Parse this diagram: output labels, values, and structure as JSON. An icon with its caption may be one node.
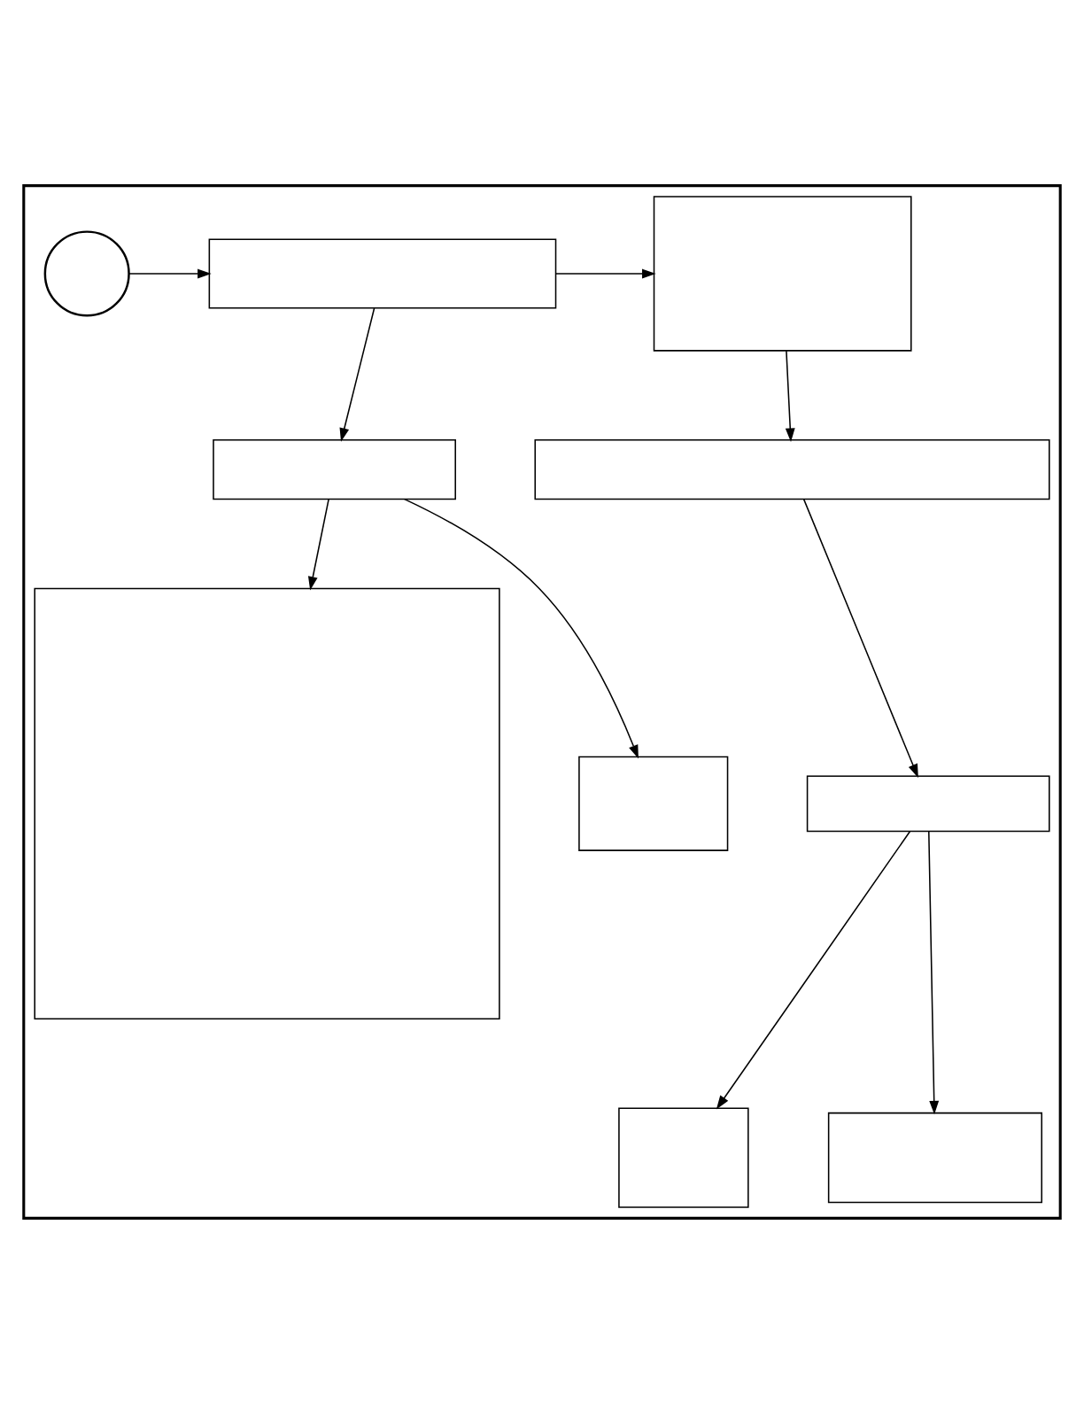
{
  "diagram": {
    "nodes": [
      {
        "text": [],
        "shape": "box"
      },
      {
        "text": [],
        "shape": "circle",
        "in": 0
      },
      {
        "text": [],
        "shape": "box",
        "in": 0
      },
      {
        "text": [],
        "shape": "box",
        "in": 0
      },
      {
        "text": [],
        "shape": "box",
        "in": 0
      },
      {
        "text": [],
        "shape": "box",
        "in": 0
      },
      {
        "text": [],
        "shape": "box",
        "in": 0
      },
      {
        "text": [],
        "shape": "box",
        "in": 0
      },
      {
        "text": [],
        "shape": "box",
        "in": 0
      },
      {
        "text": [],
        "shape": "box",
        "in": 0
      },
      {
        "text": [],
        "shape": "box",
        "in": 0
      }
    ],
    "edges": [
      {
        "from": 1,
        "to": 2,
        "arrow": "to"
      },
      {
        "from": 2,
        "to": 3,
        "arrow": "to"
      },
      {
        "from": 2,
        "to": 4,
        "arrow": "to"
      },
      {
        "from": 3,
        "to": 5,
        "arrow": "to"
      },
      {
        "from": 4,
        "to": 6,
        "arrow": "to"
      },
      {
        "from": 4,
        "to": 7,
        "arrow": "to"
      },
      {
        "from": 5,
        "to": 8,
        "arrow": "to"
      },
      {
        "from": 8,
        "to": 9,
        "arrow": "to"
      },
      {
        "from": 8,
        "to": 10,
        "arrow": "to"
      }
    ]
  }
}
